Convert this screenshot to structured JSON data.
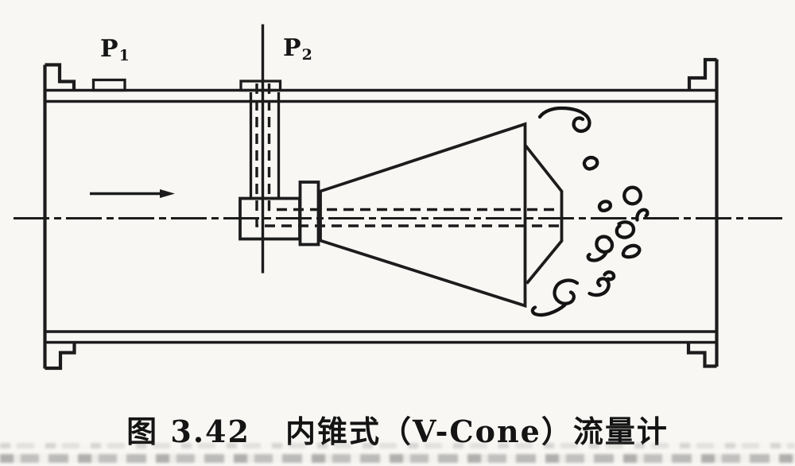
{
  "figure": {
    "type": "technical-line-drawing",
    "subject": "V-Cone flowmeter cross-section inside a flanged pipe",
    "pressure_taps": {
      "p1": {
        "base": "P",
        "sub": "1"
      },
      "p2": {
        "base": "P",
        "sub": "2"
      }
    },
    "caption": {
      "figure_label": "图 3.42",
      "title": "内锥式（V-Cone）流量计"
    },
    "colors": {
      "ink": "#1c1c1c",
      "paper": "#f8f7f4"
    },
    "glyphs": {
      "flow_arrow": "flow-direction-arrow (left to right)",
      "vortices": "downstream-vortex-swirls",
      "centerline": "dash-dot pipe centerline",
      "hidden_lines": "dashed pressure-passage lines"
    }
  }
}
